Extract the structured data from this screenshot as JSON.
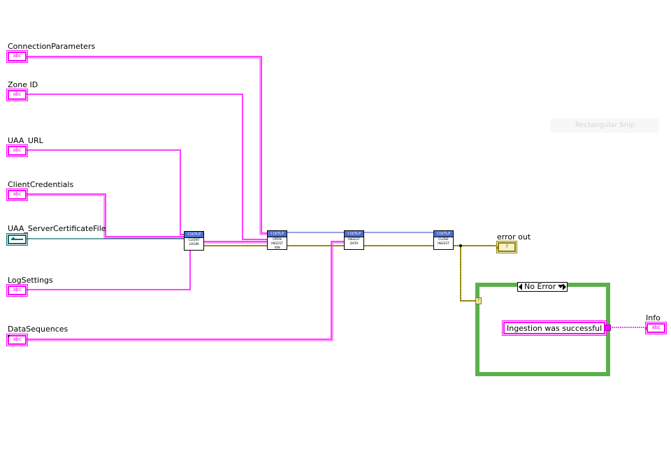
{
  "controls": [
    {
      "id": "connection-parameters",
      "label": "ConnectionParameters",
      "kind": "string",
      "glyph": "abc"
    },
    {
      "id": "zone-id",
      "label": "Zone ID",
      "kind": "string",
      "glyph": "abc"
    },
    {
      "id": "uaa-url",
      "label": "UAA_URL",
      "kind": "string",
      "glyph": "abc"
    },
    {
      "id": "client-credentials",
      "label": "ClientCredentials",
      "kind": "string",
      "glyph": "abc"
    },
    {
      "id": "uaa-server-certificate-file",
      "label": "UAA_ServerCertificateFile",
      "kind": "path",
      "glyph": ""
    },
    {
      "id": "log-settings",
      "label": "LogSettings",
      "kind": "string",
      "glyph": "abc"
    },
    {
      "id": "data-sequences",
      "label": "DataSequences",
      "kind": "string",
      "glyph": "abc"
    }
  ],
  "subvis": [
    {
      "id": "client-login",
      "header": "llbTLP",
      "line1": "CLIENT",
      "line2": "LOGIN",
      "line3": ""
    },
    {
      "id": "open-ingestion",
      "header": "llbTLP",
      "line1": "OPEN",
      "line2": "INGEST",
      "line3": "ION"
    },
    {
      "id": "ingest-data",
      "header": "llbTLP",
      "line1": "INGEST",
      "line2": "DATA",
      "line3": ""
    },
    {
      "id": "close-ingest",
      "header": "llbTLP",
      "line1": "CLOSE",
      "line2": "INGEST",
      "line3": ""
    }
  ],
  "indicators": {
    "error_out": {
      "label": "error out",
      "glyph": "?"
    },
    "info": {
      "label": "Info",
      "glyph": "abc"
    }
  },
  "case_structure": {
    "selector_value": "No Error",
    "selector_terminal": "?",
    "string_constant": "Ingestion was successful"
  },
  "ghost_label": "Rectangular Snip",
  "colors": {
    "string_wire": "#ff00ff",
    "path_wire": "#0e6f6a",
    "error_wire": "#8c7e00",
    "refnum_wire": "#3a3ad0",
    "case_border": "#5bb04c"
  }
}
